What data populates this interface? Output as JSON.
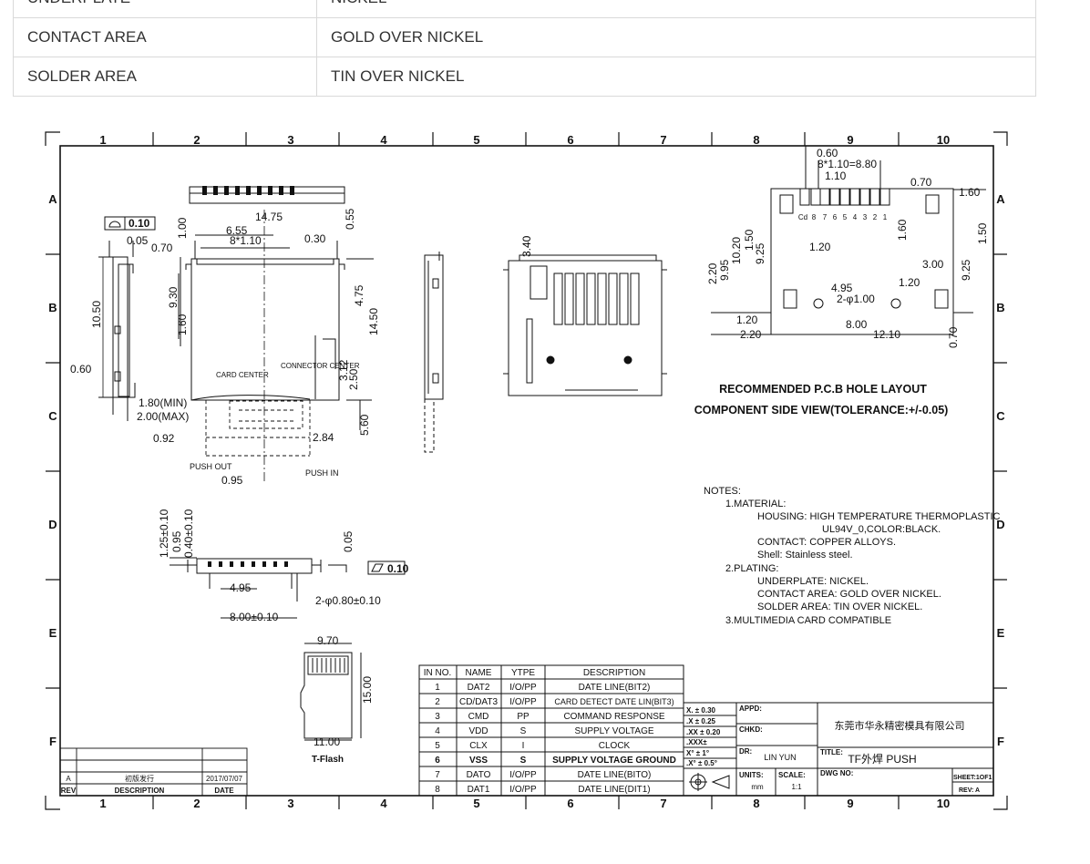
{
  "spec_rows": [
    {
      "label": "UNDERPLATE",
      "value": "NICKEL"
    },
    {
      "label": "CONTACT AREA",
      "value": "GOLD OVER NICKEL"
    },
    {
      "label": "SOLDER AREA",
      "value": "TIN OVER NICKEL"
    }
  ],
  "drawing": {
    "zone_numbers": [
      "1",
      "2",
      "3",
      "4",
      "5",
      "6",
      "7",
      "8",
      "9",
      "10"
    ],
    "zone_letters": [
      "A",
      "B",
      "C",
      "D",
      "E",
      "F"
    ],
    "dims_side": {
      "flat": "0.10",
      "d005": "0.05",
      "d070": "0.70",
      "d1050": "10.50",
      "d060": "0.60",
      "d180": "1.80(MIN)",
      "d200": "2.00(MAX)"
    },
    "dims_top": {
      "d1475": "14.75",
      "d655": "6.55",
      "pitch": "8*1.10",
      "d030": "0.30",
      "d055": "0.55",
      "d100": "1.00",
      "d930": "9.30",
      "d160": "1.60",
      "d475": "4.75",
      "d1450": "14.50",
      "d312": "3.12",
      "d250": "2.50",
      "d560": "5.60",
      "d284": "2.84",
      "d092": "0.92",
      "d095": "0.95",
      "card_center": "CARD CENTER",
      "connector_center": "CONNECTOR CENTER",
      "push_out": "PUSH OUT",
      "push_in": "PUSH IN"
    },
    "dims_view3": {
      "d340": "3.40"
    },
    "dims_front": {
      "d125": "1.25±0.10",
      "d095": "0.95",
      "d040": "0.40±0.10",
      "d005": "0.05",
      "flat": "0.10",
      "d495": "4.95",
      "hole": "2-φ0.80±0.10",
      "d800": "8.00±0.10"
    },
    "dims_card": {
      "d970": "9.70",
      "d1500": "15.00",
      "d1100": "11.00",
      "card_label": "T-Flash"
    },
    "pcb": {
      "d060": "0.60",
      "pitch": "8*1.10=8.80",
      "d110": "1.10",
      "d070": "0.70",
      "d160": "1.60",
      "d160b": "1.60",
      "d150": "1.50",
      "d995": "9.95",
      "d1020": "10.20",
      "d150b": "1.50",
      "d925": "9.25",
      "d220": "2.20",
      "d120": "1.20",
      "d300": "3.00",
      "d120b": "1.20",
      "d925b": "9.25",
      "d495": "4.95",
      "hole": "2-φ1.00",
      "d120c": "1.20",
      "d220b": "2.20",
      "d800": "8.00",
      "d1210": "12.10",
      "d070b": "0.70",
      "pins": [
        "Cd",
        "8",
        "7",
        "6",
        "5",
        "4",
        "3",
        "2",
        "1"
      ],
      "title": "RECOMMENDED P.C.B HOLE LAYOUT",
      "subtitle": "COMPONENT SIDE VIEW(TOLERANCE:+/-0.05)"
    },
    "notes": [
      "NOTES:",
      "1.MATERIAL:",
      "HOUSING:  HIGH  TEMPERATURE  THERMOPLASTIC",
      "UL94V_0,COLOR:BLACK.",
      "CONTACT:  COPPER  ALLOYS.",
      "Shell:  Stainless  steel.",
      "2.PLATING:",
      "UNDERPLATE:  NICKEL.",
      "CONTACT  AREA:  GOLD  OVER  NICKEL.",
      "SOLDER  AREA:  TIN  OVER  NICKEL.",
      "3.MULTIMEDIA  CARD  COMPATIBLE"
    ],
    "pin_table": {
      "headers": [
        "IN NO.",
        "NAME",
        "YTPE",
        "DESCRIPTION"
      ],
      "rows": [
        [
          "1",
          "DAT2",
          "I/O/PP",
          "DATE LINE(BIT2)"
        ],
        [
          "2",
          "CD/DAT3",
          "I/O/PP",
          "CARD DETECT DATE LIN(BIT3)"
        ],
        [
          "3",
          "CMD",
          "PP",
          "COMMAND RESPONSE"
        ],
        [
          "4",
          "VDD",
          "S",
          "SUPPLY VOLTAGE"
        ],
        [
          "5",
          "CLX",
          "I",
          "CLOCK"
        ],
        [
          "6",
          "VSS",
          "S",
          "SUPPLY VOLTAGE GROUND"
        ],
        [
          "7",
          "DATO",
          "I/O/PP",
          "DATE LINE(BITO)"
        ],
        [
          "8",
          "DAT1",
          "I/O/PP",
          "DATE LINE(DIT1)"
        ]
      ]
    },
    "revision": {
      "rev": "A",
      "description_value": "初版发行",
      "date_value": "2017/07/07",
      "rev_label": "REV",
      "description_label": "DESCRIPTION",
      "date_label": "DATE"
    },
    "title_block": {
      "tol": [
        "X. ± 0.30",
        ".X ± 0.25",
        ".XX ± 0.20",
        ".XXX±",
        "X° ± 1°",
        ".X° ± 0.5°"
      ],
      "appd": "APPD:",
      "chkd": "CHKD:",
      "dr": "DR:",
      "dr_name": "LIN YUN",
      "company": "东莞市华永精密模具有限公司",
      "title_label": "TITLE:",
      "title_value": "TF外焊 PUSH",
      "dwg": "DWG NO:",
      "units_label": "UNITS:",
      "units_value": "mm",
      "scale_label": "SCALE:",
      "scale_value": "1:1",
      "sheet": "SHEET:1OF1",
      "rev": "REV: A"
    }
  }
}
